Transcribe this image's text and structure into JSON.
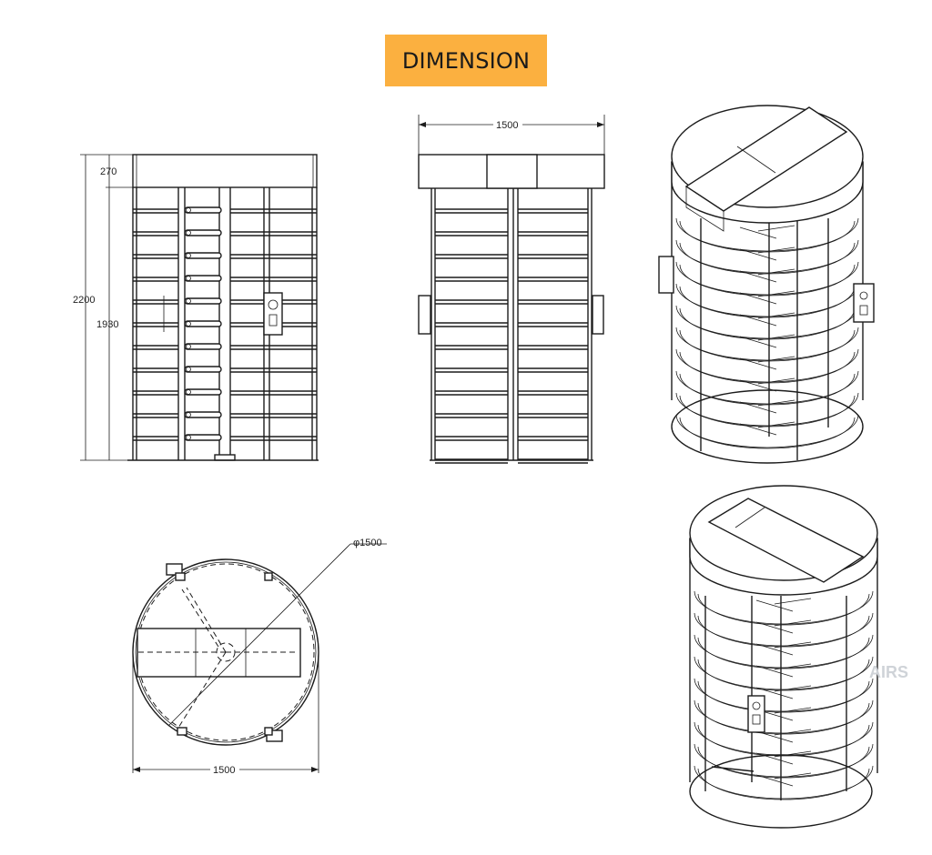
{
  "header": {
    "title": "DIMENSION"
  },
  "colors": {
    "badge": "#fbb040",
    "line": "#1c1c1c",
    "background": "#ffffff"
  },
  "side_view": {
    "dim_top": "270",
    "dim_total": "2200",
    "dim_body": "1930"
  },
  "front_view": {
    "dim_width": "1500"
  },
  "plan_view": {
    "dim_diameter": "φ1500",
    "dim_width": "1500"
  },
  "iso_views": {
    "count": 2,
    "watermark": "AIRS"
  }
}
